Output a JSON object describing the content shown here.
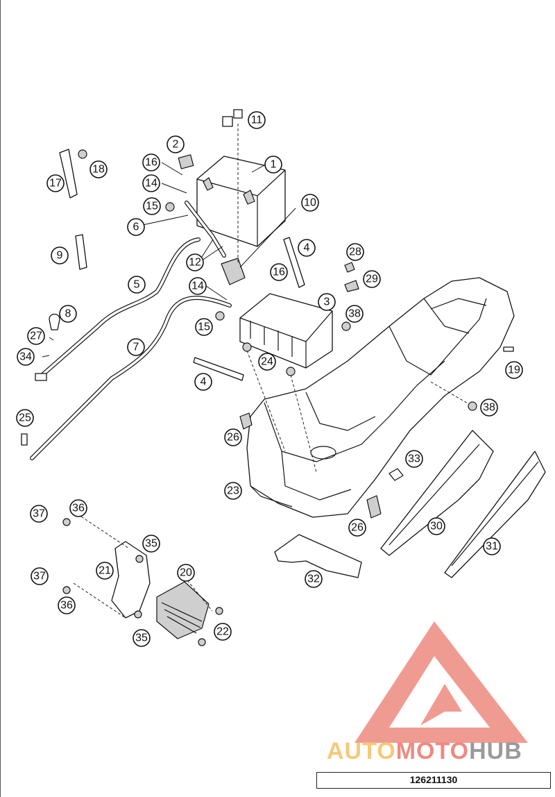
{
  "document_number": "126211130",
  "watermark": {
    "brand_part1": "AUTO",
    "brand_part2": "MOTO",
    "brand_part3": "HUB",
    "colors": {
      "auto": "#f6c879",
      "moto": "#ee8a80",
      "hub": "#9a9a9a",
      "logo": "#ee8a80"
    }
  },
  "callouts": [
    {
      "label": "1"
    },
    {
      "label": "2"
    },
    {
      "label": "3"
    },
    {
      "label": "4"
    },
    {
      "label": "4"
    },
    {
      "label": "5"
    },
    {
      "label": "6"
    },
    {
      "label": "7"
    },
    {
      "label": "8"
    },
    {
      "label": "9"
    },
    {
      "label": "10"
    },
    {
      "label": "11"
    },
    {
      "label": "12"
    },
    {
      "label": "14"
    },
    {
      "label": "14"
    },
    {
      "label": "15"
    },
    {
      "label": "15"
    },
    {
      "label": "16"
    },
    {
      "label": "16"
    },
    {
      "label": "17"
    },
    {
      "label": "18"
    },
    {
      "label": "19"
    },
    {
      "label": "20"
    },
    {
      "label": "21"
    },
    {
      "label": "22"
    },
    {
      "label": "23"
    },
    {
      "label": "24"
    },
    {
      "label": "25"
    },
    {
      "label": "26"
    },
    {
      "label": "26"
    },
    {
      "label": "27"
    },
    {
      "label": "28"
    },
    {
      "label": "29"
    },
    {
      "label": "30"
    },
    {
      "label": "31"
    },
    {
      "label": "32"
    },
    {
      "label": "33"
    },
    {
      "label": "34"
    },
    {
      "label": "35"
    },
    {
      "label": "35"
    },
    {
      "label": "36"
    },
    {
      "label": "36"
    },
    {
      "label": "37"
    },
    {
      "label": "37"
    },
    {
      "label": "38"
    },
    {
      "label": "38"
    }
  ]
}
